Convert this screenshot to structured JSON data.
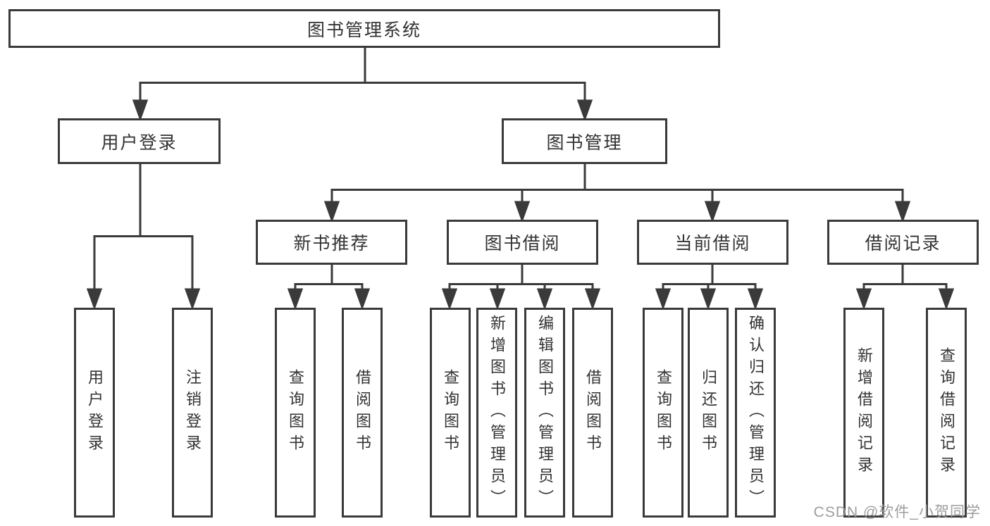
{
  "diagram": {
    "title": "图书管理系统",
    "tree": {
      "label": "图书管理系统",
      "children": [
        {
          "label": "用户登录",
          "children": [
            {
              "label": "用户登录"
            },
            {
              "label": "注销登录"
            }
          ]
        },
        {
          "label": "图书管理",
          "children": [
            {
              "label": "新书推荐",
              "children": [
                {
                  "label": "查询图书"
                },
                {
                  "label": "借阅图书"
                }
              ]
            },
            {
              "label": "图书借阅",
              "children": [
                {
                  "label": "查询图书"
                },
                {
                  "label": "新增图书（管理员）"
                },
                {
                  "label": "编辑图书（管理员）"
                },
                {
                  "label": "借阅图书"
                }
              ]
            },
            {
              "label": "当前借阅",
              "children": [
                {
                  "label": "查询图书"
                },
                {
                  "label": "归还图书"
                },
                {
                  "label": "确认归还（管理员）"
                }
              ]
            },
            {
              "label": "借阅记录",
              "children": [
                {
                  "label": "新增借阅记录"
                },
                {
                  "label": "查询借阅记录"
                }
              ]
            }
          ]
        }
      ]
    },
    "colors": {
      "line": "#3a3a3a",
      "text": "#333333",
      "background": "#ffffff",
      "watermark": "#98989e"
    }
  },
  "watermark": "CSDN @软件_小贺同学"
}
